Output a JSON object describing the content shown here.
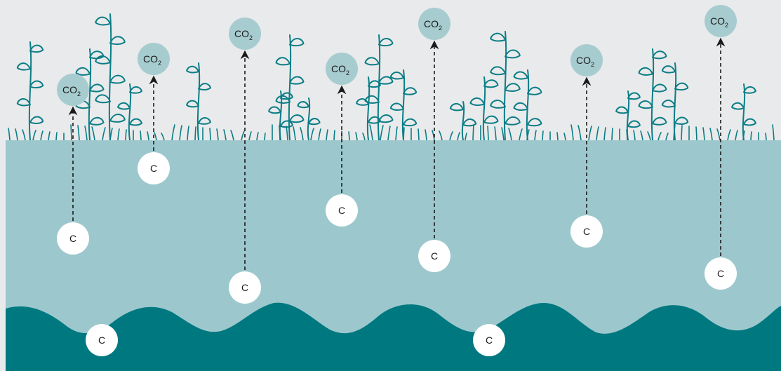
{
  "colors": {
    "background": "#e9eaeb",
    "soil": "#9cc8cd",
    "bedrock": "#007880",
    "plant": "#0a7d86",
    "co2_bubble": "#a7ccd0",
    "carbon_badge": "#ffffff",
    "arrow": "#1a1a1a"
  },
  "labels": {
    "carbon": "C",
    "co2_main": "CO",
    "co2_sub": "2"
  },
  "icons": {
    "arrow": "dashed-upward-arrow",
    "plants": "leafy-sprout-icons",
    "grass": "grass-blade-icons"
  }
}
